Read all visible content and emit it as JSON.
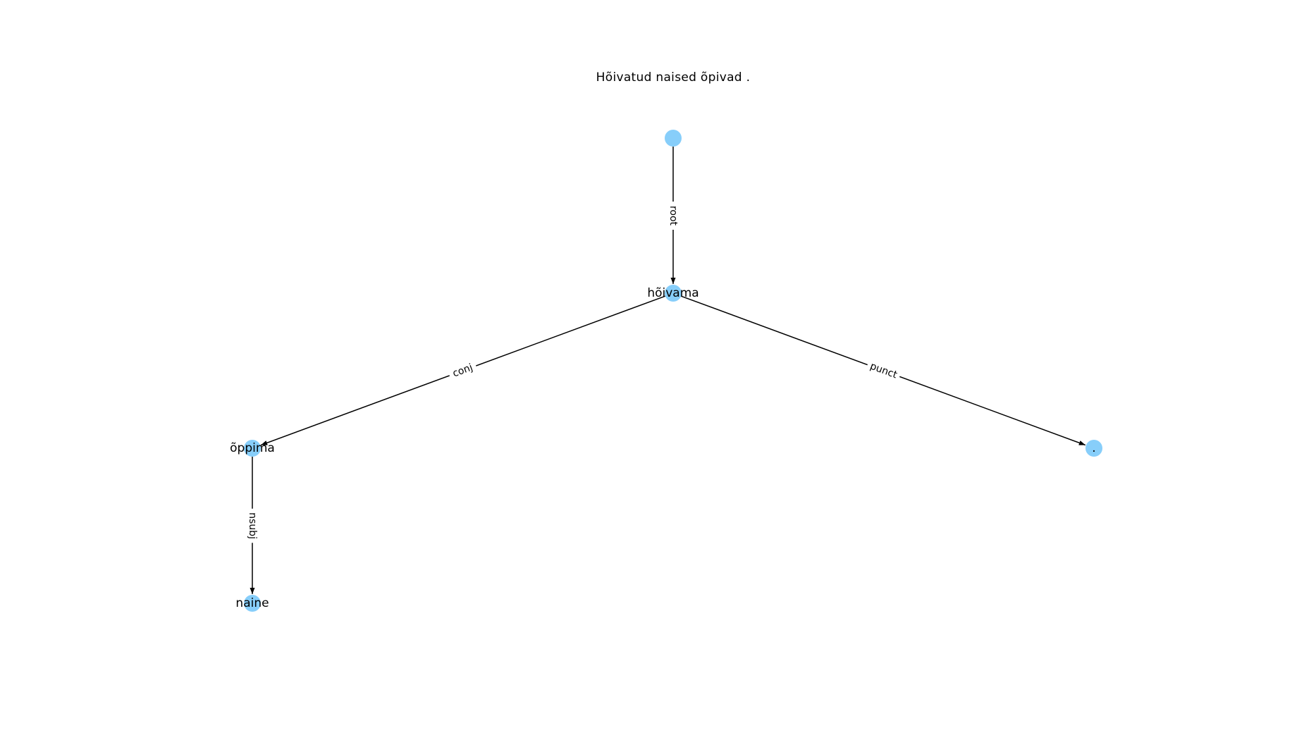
{
  "title": "Hõivatud naised õpivad .",
  "node_color": "#87cefa",
  "edge_color": "#000000",
  "nodes": [
    {
      "id": "root",
      "label": ""
    },
    {
      "id": "hoivama",
      "label": "hõivama"
    },
    {
      "id": "oppima",
      "label": "õppima"
    },
    {
      "id": "punct",
      "label": "."
    },
    {
      "id": "naine",
      "label": "naine"
    }
  ],
  "edges": [
    {
      "from": "root",
      "to": "hoivama",
      "label": "root"
    },
    {
      "from": "hoivama",
      "to": "oppima",
      "label": "conj"
    },
    {
      "from": "hoivama",
      "to": "punct",
      "label": "punct"
    },
    {
      "from": "oppima",
      "to": "naine",
      "label": "nsubj"
    }
  ]
}
